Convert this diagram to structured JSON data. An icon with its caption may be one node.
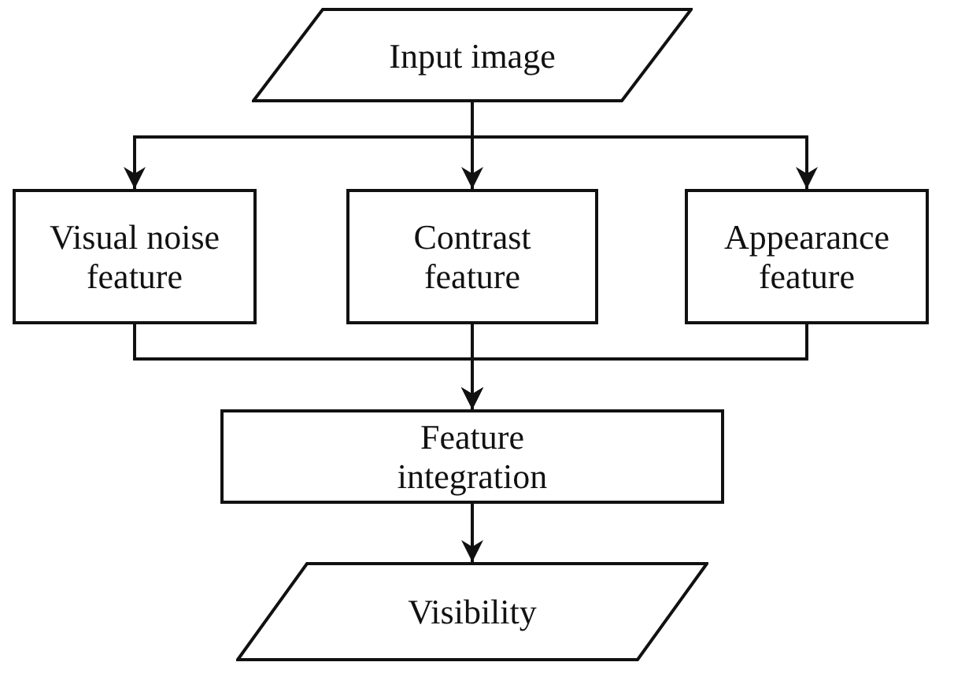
{
  "diagram": {
    "nodes": [
      {
        "text": [
          "Input image"
        ]
      },
      {
        "text": [
          "Visual noise feature"
        ]
      },
      {
        "text": [
          "Contrast feature"
        ]
      },
      {
        "text": [
          "Appearance feature"
        ]
      },
      {
        "text": [
          "Feature integration"
        ]
      },
      {
        "text": [
          "Visibility"
        ]
      }
    ],
    "edges": [
      {
        "from": 0,
        "to": 1,
        "arrow": "to"
      },
      {
        "from": 0,
        "to": 2,
        "arrow": "to"
      },
      {
        "from": 0,
        "to": 3,
        "arrow": "to"
      },
      {
        "from": 1,
        "to": 4,
        "arrow": "to"
      },
      {
        "from": 2,
        "to": 4,
        "arrow": "to"
      },
      {
        "from": 3,
        "to": 4,
        "arrow": "to"
      },
      {
        "from": 4,
        "to": 5,
        "arrow": "to"
      }
    ]
  }
}
